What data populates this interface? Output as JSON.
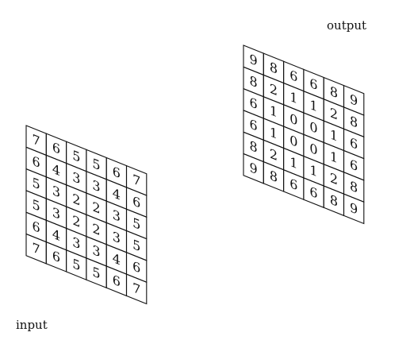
{
  "labels": {
    "input": "input",
    "output": "output"
  },
  "grids": {
    "input": [
      [
        "7",
        "6",
        "5",
        "5",
        "6",
        "7"
      ],
      [
        "6",
        "4",
        "3",
        "3",
        "4",
        "6"
      ],
      [
        "5",
        "3",
        "2",
        "2",
        "3",
        "5"
      ],
      [
        "5",
        "3",
        "2",
        "2",
        "3",
        "5"
      ],
      [
        "6",
        "4",
        "3",
        "3",
        "4",
        "6"
      ],
      [
        "7",
        "6",
        "5",
        "5",
        "6",
        "7"
      ]
    ],
    "output": [
      [
        "9",
        "8",
        "6",
        "6",
        "8",
        "9"
      ],
      [
        "8",
        "2",
        "1",
        "1",
        "2",
        "8"
      ],
      [
        "6",
        "1",
        "0",
        "0",
        "1",
        "6"
      ],
      [
        "6",
        "1",
        "0",
        "0",
        "1",
        "6"
      ],
      [
        "8",
        "2",
        "1",
        "1",
        "2",
        "8"
      ],
      [
        "9",
        "8",
        "6",
        "6",
        "8",
        "9"
      ]
    ]
  }
}
